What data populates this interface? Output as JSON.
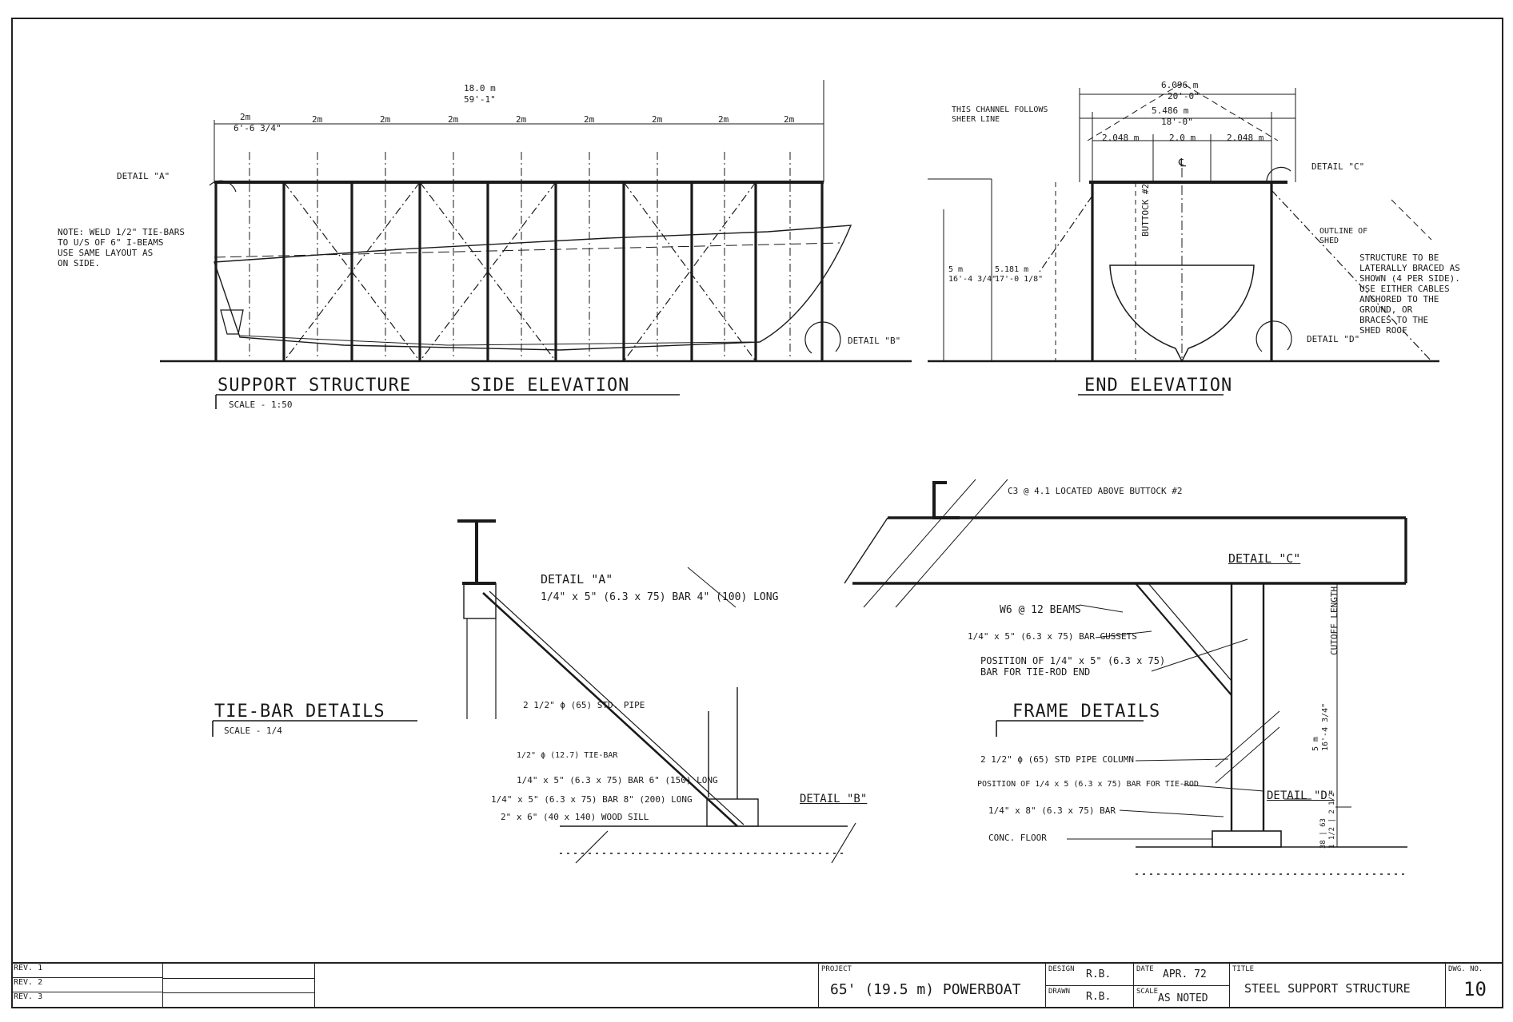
{
  "dimensions": {
    "side_total": "18.0 m",
    "side_total_imp": "59'-1\"",
    "bay_first": "2m",
    "bay_first_imp": "6'-6 3/4\"",
    "bays": [
      "2m",
      "2m",
      "2m",
      "2m",
      "2m",
      "2m",
      "2m",
      "2m"
    ],
    "end_total": "6.096 m",
    "end_total_imp": "20'-0\"",
    "end_inner": "5.486 m",
    "end_inner_imp": "18'-0\"",
    "end_bays": [
      "2.048 m",
      "2.0 m",
      "2.048 m"
    ],
    "end_height_a": "5 m\n16'-4 3/4\"",
    "end_height_b": "5.181 m\n17'-0 1/8\""
  },
  "labels": {
    "detail_a": "DETAIL \"A\"",
    "detail_b": "DETAIL \"B\"",
    "detail_c": "DETAIL \"C\"",
    "detail_d": "DETAIL \"D\"",
    "weld_note": "NOTE: WELD 1/2\" TIE-BARS\nTO U/S OF 6\" I-BEAMS\nUSE SAME LAYOUT AS\nON SIDE.",
    "channel_note": "THIS CHANNEL FOLLOWS\nSHEER LINE",
    "buttock": "BUTTOCK #2",
    "outline_shed": "OUTLINE OF\nSHED",
    "bracing_note": "STRUCTURE TO BE\nLATERALLY BRACED AS\nSHOWN (4 PER SIDE).\nUSE EITHER CABLES\nANCHORED TO THE\nGROUND, OR\nBRACES TO THE\nSHED ROOF",
    "centerline": "℄"
  },
  "titles": {
    "support": "SUPPORT STRUCTURE",
    "support_scale": "SCALE - 1:50",
    "side": "SIDE ELEVATION",
    "end": "END ELEVATION",
    "tiebar": "TIE-BAR DETAILS",
    "tiebar_scale": "SCALE - 1/4",
    "frame": "FRAME DETAILS"
  },
  "tiebar": {
    "detail_a": "DETAIL \"A\"",
    "bar_a": "1/4\" x 5\" (6.3 x 75) BAR 4\" (100) LONG",
    "pipe": "2 1/2\" ϕ (65) STD. PIPE",
    "tiebar": "1/2\" ϕ (12.7) TIE-BAR",
    "bar_6": "1/4\" x 5\" (6.3 x 75) BAR 6\" (150) LONG",
    "bar_8": "1/4\" x 5\" (6.3 x 75) BAR 8\" (200) LONG",
    "sill": "2\" x 6\" (40 x 140) WOOD SILL",
    "detail_b": "DETAIL \"B\""
  },
  "frame": {
    "channel": "C3 @ 4.1 LOCATED ABOVE BUTTOCK #2",
    "detail_c": "DETAIL \"C\"",
    "beams": "W6 @ 12 BEAMS",
    "gussets": "1/4\" x 5\" (6.3 x 75) BAR GUSSETS",
    "position_tie": "POSITION OF 1/4\" x 5\" (6.3 x 75)\nBAR FOR TIE-ROD END",
    "column": "2 1/2\" ϕ (65) STD PIPE COLUMN",
    "position_bar": "POSITION OF 1/4 x 5 (6.3 x 75) BAR FOR TIE-ROD",
    "bar8": "1/4\" x 8\" (6.3 x 75) BAR",
    "floor": "CONC. FLOOR",
    "detail_d": "DETAIL \"D\"",
    "cutoff": "CUTOFF LENGTH",
    "height": "5 m\n16'-4 3/4\"",
    "base": "38 | 63\n1 1/2 | 2 1/2"
  },
  "title_block": {
    "revs": [
      "REV. 1",
      "REV. 2",
      "REV. 3"
    ],
    "project_label": "PROJECT",
    "project": "65' (19.5 m) POWERBOAT",
    "design_label": "DESIGN",
    "design": "R.B.",
    "drawn_label": "DRAWN",
    "drawn": "R.B.",
    "date_label": "DATE",
    "date": "APR. 72",
    "scale_label": "SCALE",
    "scale": "AS NOTED",
    "title_label": "TITLE",
    "title": "STEEL SUPPORT STRUCTURE",
    "dwg_label": "DWG. NO.",
    "dwg_no": "10"
  }
}
